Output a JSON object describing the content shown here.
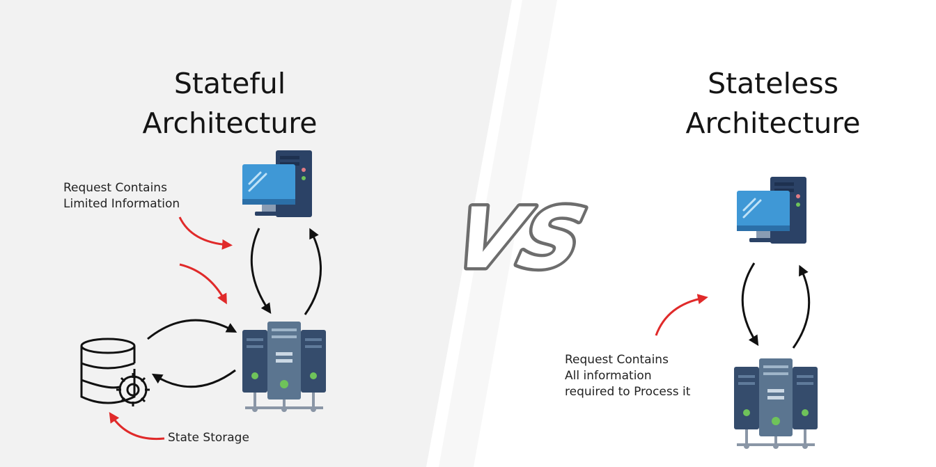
{
  "left": {
    "title_line1": "Stateful",
    "title_line2": "Architecture",
    "request_note_line1": "Request Contains",
    "request_note_line2": "Limited Information",
    "storage_label": "State Storage"
  },
  "right": {
    "title_line1": "Stateless",
    "title_line2": "Architecture",
    "request_note_line1": "Request Contains",
    "request_note_line2": "All information",
    "request_note_line3": "required to Process it"
  },
  "center": {
    "versus": "VS"
  },
  "colors": {
    "panel_left": "#f2f2f2",
    "arrow_red": "#e02a2a",
    "arrow_black": "#111111",
    "device_dark": "#2b4266",
    "device_blue": "#3f98d6",
    "server_green": "#6fc35a"
  }
}
